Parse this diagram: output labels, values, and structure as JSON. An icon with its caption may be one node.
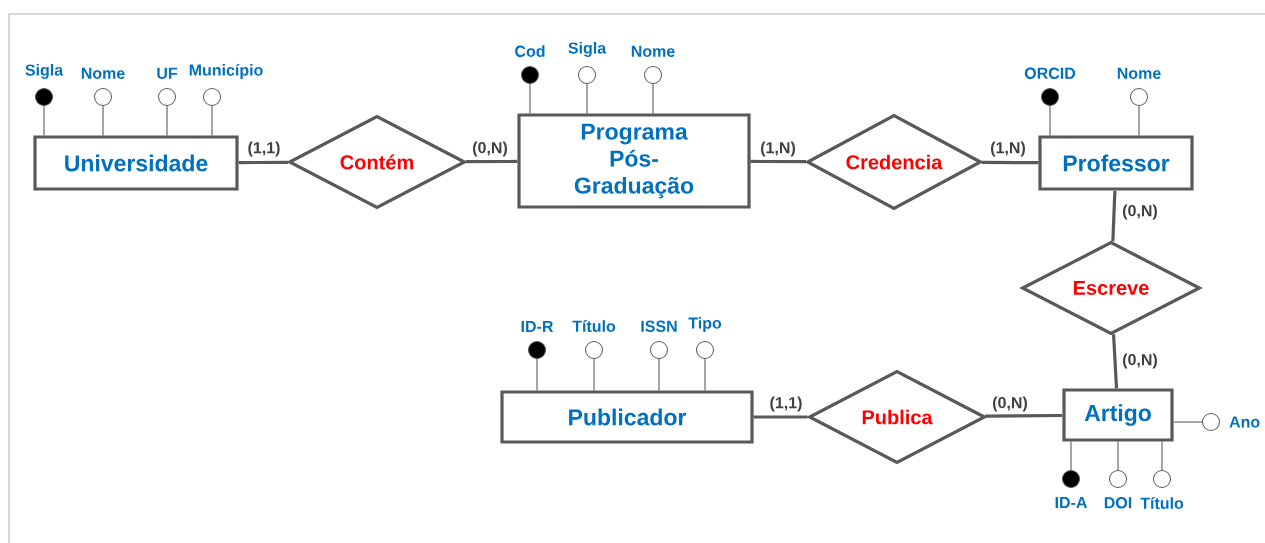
{
  "diagram": {
    "nodes": [
      {
        "text": [
          "Universidade"
        ]
      },
      {
        "text": [
          "Programa Pós-Graduação"
        ]
      },
      {
        "text": [
          "Professor"
        ]
      },
      {
        "text": [
          "Publicador"
        ]
      },
      {
        "text": [
          "Artigo"
        ]
      },
      {
        "text": [
          "Contém"
        ]
      },
      {
        "text": [
          "Credencia"
        ]
      },
      {
        "text": [
          "Escreve"
        ]
      },
      {
        "text": [
          "Publica"
        ]
      },
      {
        "text": [
          "Sigla"
        ]
      },
      {
        "text": [
          "Nome"
        ]
      },
      {
        "text": [
          "UF"
        ]
      },
      {
        "text": [
          "Município"
        ]
      },
      {
        "text": [
          "Cod"
        ]
      },
      {
        "text": [
          "Sigla"
        ]
      },
      {
        "text": [
          "Nome"
        ]
      },
      {
        "text": [
          "ORCID"
        ]
      },
      {
        "text": [
          "Nome"
        ]
      },
      {
        "text": [
          "ID-R"
        ]
      },
      {
        "text": [
          "Título"
        ]
      },
      {
        "text": [
          "ISSN"
        ]
      },
      {
        "text": [
          "Tipo"
        ]
      },
      {
        "text": [
          "ID-A"
        ]
      },
      {
        "text": [
          "DOI"
        ]
      },
      {
        "text": [
          "Título"
        ]
      },
      {
        "text": [
          "Ano"
        ]
      }
    ],
    "edges": [
      {
        "from": 0,
        "to": 5,
        "arrow": "none",
        "label": "(1,1)",
        "style": "thick"
      },
      {
        "from": 1,
        "to": 5,
        "arrow": "none",
        "label": "(0,N)",
        "style": "thick"
      },
      {
        "from": 1,
        "to": 6,
        "arrow": "none",
        "label": "(1,N)",
        "style": "thick"
      },
      {
        "from": 2,
        "to": 6,
        "arrow": "none",
        "label": "(1,N)",
        "style": "thick"
      },
      {
        "from": 2,
        "to": 7,
        "arrow": "none",
        "label": "(0,N)",
        "style": "thick"
      },
      {
        "from": 4,
        "to": 7,
        "arrow": "none",
        "label": "(0,N)",
        "style": "thick"
      },
      {
        "from": 3,
        "to": 8,
        "arrow": "none",
        "label": "(1,1)",
        "style": "thick"
      },
      {
        "from": 4,
        "to": 8,
        "arrow": "none",
        "label": "(0,N)",
        "style": "thick"
      },
      {
        "from": 0,
        "to": 9,
        "arrow": "none"
      },
      {
        "from": 0,
        "to": 10,
        "arrow": "none"
      },
      {
        "from": 0,
        "to": 11,
        "arrow": "none"
      },
      {
        "from": 0,
        "to": 12,
        "arrow": "none"
      },
      {
        "from": 1,
        "to": 13,
        "arrow": "none"
      },
      {
        "from": 1,
        "to": 14,
        "arrow": "none"
      },
      {
        "from": 1,
        "to": 15,
        "arrow": "none"
      },
      {
        "from": 2,
        "to": 16,
        "arrow": "none"
      },
      {
        "from": 2,
        "to": 17,
        "arrow": "none"
      },
      {
        "from": 3,
        "to": 18,
        "arrow": "none"
      },
      {
        "from": 3,
        "to": 19,
        "arrow": "none"
      },
      {
        "from": 3,
        "to": 20,
        "arrow": "none"
      },
      {
        "from": 3,
        "to": 21,
        "arrow": "none"
      },
      {
        "from": 4,
        "to": 22,
        "arrow": "none"
      },
      {
        "from": 4,
        "to": 23,
        "arrow": "none"
      },
      {
        "from": 4,
        "to": 24,
        "arrow": "none"
      },
      {
        "from": 4,
        "to": 25,
        "arrow": "none"
      }
    ]
  }
}
